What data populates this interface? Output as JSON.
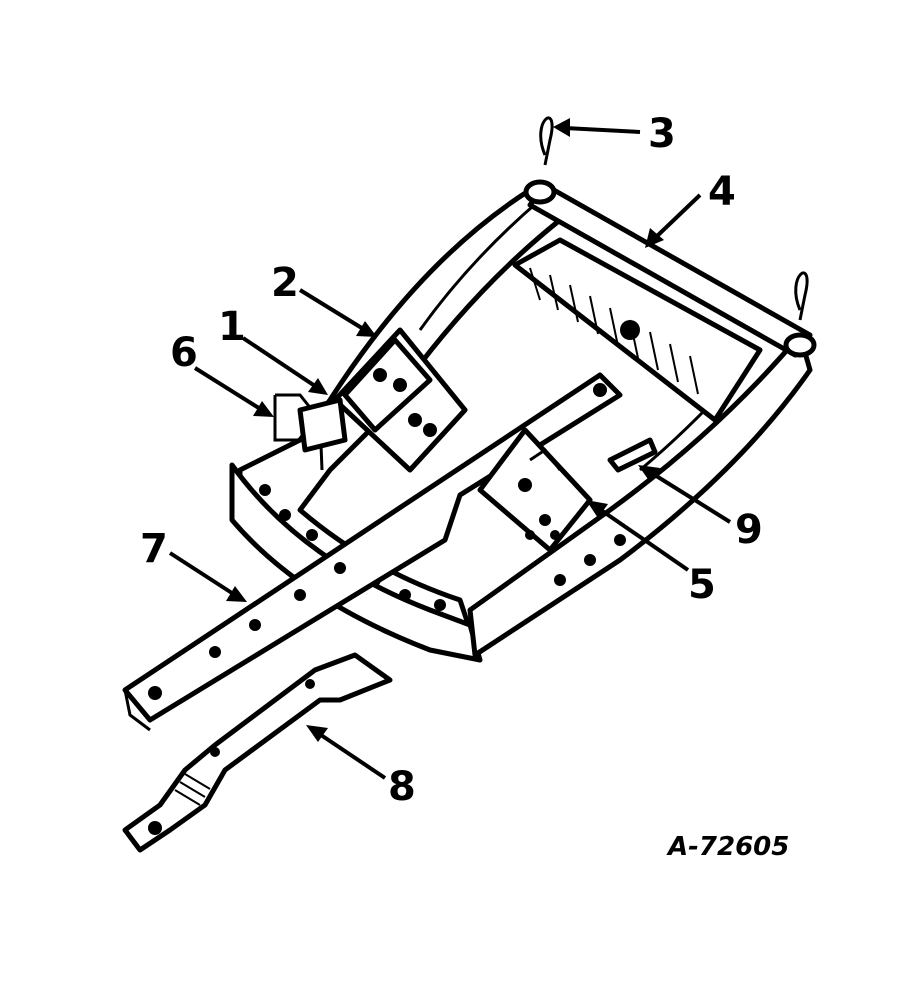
{
  "diagram": {
    "figure_id": "A-72605",
    "callouts": [
      "1",
      "2",
      "3",
      "4",
      "5",
      "6",
      "7",
      "8",
      "9"
    ]
  }
}
